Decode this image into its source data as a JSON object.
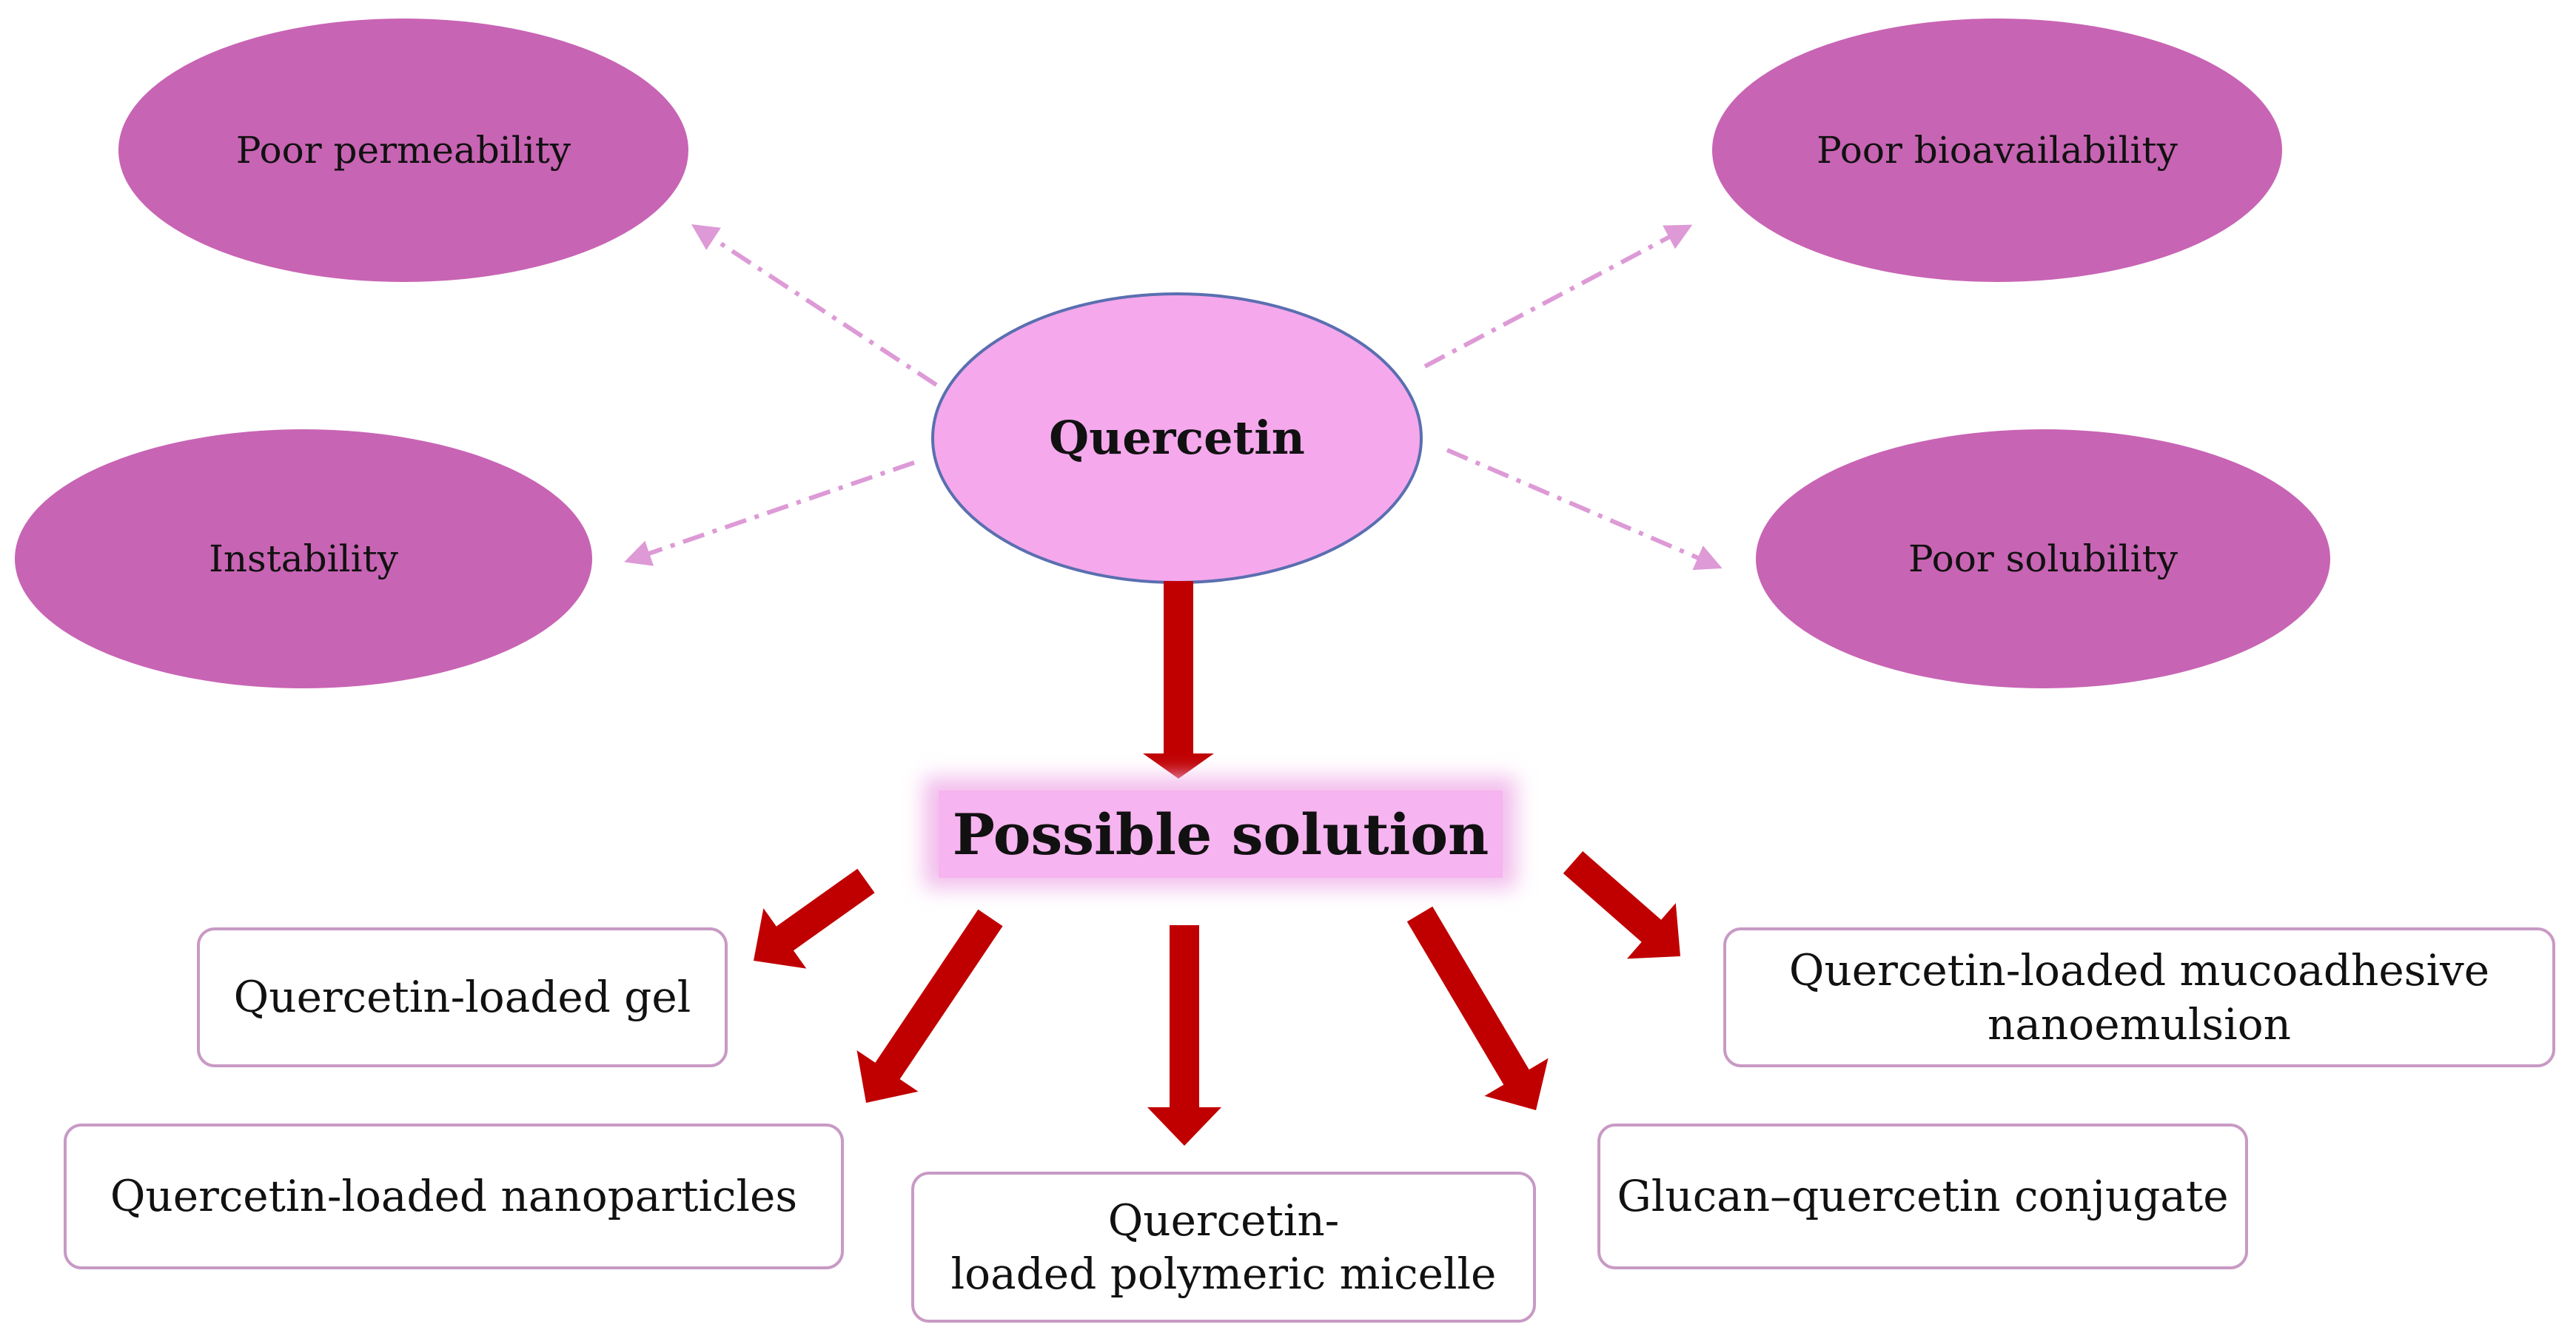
{
  "colors": {
    "problem_fill": "#c864b4",
    "center_fill": "#f5a8ec",
    "center_stroke": "#5a6fb0",
    "dash_arrow": "#dd9ad6",
    "solid_arrow": "#c00000",
    "solution_fill": "#f6b4f0",
    "solution_glow": "#f2bdec",
    "box_border": "#c89ac4"
  },
  "center": {
    "label": "Quercetin"
  },
  "problems": [
    {
      "id": "permeability",
      "label": "Poor permeability"
    },
    {
      "id": "bioavailability",
      "label": "Poor bioavailability"
    },
    {
      "id": "instability",
      "label": "Instability"
    },
    {
      "id": "solubility",
      "label": "Poor solubility"
    }
  ],
  "solution": {
    "label": "Possible solution"
  },
  "approaches": [
    {
      "id": "gel",
      "label": "Quercetin-loaded gel"
    },
    {
      "id": "nanoparticles",
      "label": "Quercetin-loaded nanoparticles"
    },
    {
      "id": "micelle",
      "label": "Quercetin-\nloaded polymeric micelle"
    },
    {
      "id": "conjugate",
      "label": "Glucan–quercetin conjugate"
    },
    {
      "id": "nanoemulsion",
      "label": "Quercetin-loaded mucoadhesive\nnanoemulsion"
    }
  ]
}
